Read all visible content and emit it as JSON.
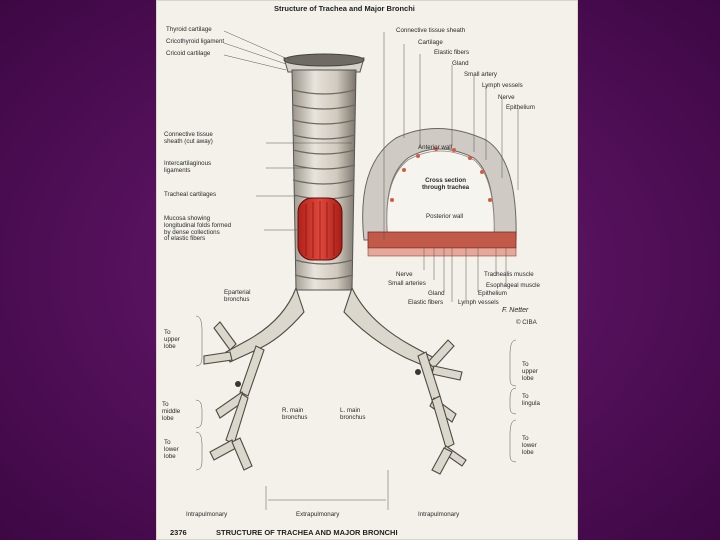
{
  "title": "Structure of Trachea and Major Bronchi",
  "footer": {
    "number": "2376",
    "caption": "STRUCTURE OF TRACHEA AND MAJOR BRONCHI"
  },
  "left_labels": {
    "thyroid": "Thyroid cartilage",
    "cricothyroid": "Cricothyroid ligament",
    "cricoid": "Cricoid cartilage",
    "connective": "Connective tissue\nsheath (cut away)",
    "intercart": "Intercartilaginous\nligaments",
    "tracheal": "Tracheal cartilages",
    "mucosa": "Mucosa showing\nlongitudinal folds formed\nby dense collections\nof elastic fibers",
    "eparterial": "Eparterial\nbronchus",
    "upper": "To\nupper\nlobe",
    "middle": "To\nmiddle\nlobe",
    "lower": "To\nlower\nlobe",
    "r_main": "R. main\nbronchus",
    "l_main": "L. main\nbronchus"
  },
  "right_labels": {
    "conn_sheath": "Connective tissue sheath",
    "cartilage": "Cartilage",
    "elastic": "Elastic fibers",
    "gland": "Gland",
    "artery": "Small artery",
    "lymph": "Lymph vessels",
    "nerve": "Nerve",
    "epithelium": "Epithelium",
    "anterior": "Anterior wall",
    "cross": "Cross section\nthrough trachea",
    "posterior": "Posterior wall",
    "b_nerve": "Nerve",
    "b_arteries": "Small arteries",
    "b_gland": "Gland",
    "b_elastic": "Elastic fibers",
    "b_lymph": "Lymph vessels",
    "b_epith": "Epithelium",
    "trachealis": "Trachealis muscle",
    "esoph": "Esophageal muscle",
    "upper": "To\nupper\nlobe",
    "lingula": "To\nlingula",
    "lower": "To\nlower\nlobe"
  },
  "bottom_labels": {
    "intra_left": "Intrapulmonary",
    "extra": "Extrapulmonary",
    "intra_right": "Intrapulmonary"
  },
  "signature": {
    "artist": "F. Netter",
    "copyright": "© CIBA"
  }
}
